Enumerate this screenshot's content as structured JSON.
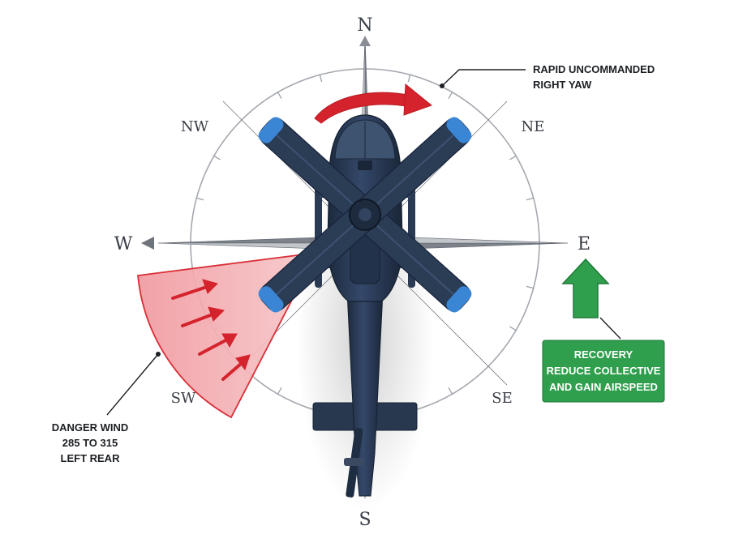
{
  "compass": {
    "n": "N",
    "s": "S",
    "e": "E",
    "w": "W",
    "ne": "NE",
    "nw": "NW",
    "se": "SE",
    "sw": "SW"
  },
  "yaw_callout": {
    "line1": "RAPID UNCOMMANDED",
    "line2": "RIGHT YAW"
  },
  "danger_callout": {
    "line1": "DANGER WIND",
    "line2": "285 TO 315",
    "line3": "LEFT REAR"
  },
  "recovery_box": {
    "line1": "RECOVERY",
    "line2": "REDUCE COLLECTIVE",
    "line3": "AND GAIN AIRSPEED"
  },
  "colors": {
    "ring": "#9a9ea5",
    "star": "#7c818a",
    "danger_fill": "#f3a0a3",
    "danger_stroke": "#d92f37",
    "red_arrow": "#d4232c",
    "green": "#2f9e4d",
    "heli_body": "#27384f",
    "blade_tip": "#3a86d4"
  },
  "icons": {
    "yaw_arrow": "curved-arrow-right-icon",
    "wind_arrows": "wind-arrow-icon",
    "recovery_arrow": "arrow-up-icon"
  }
}
